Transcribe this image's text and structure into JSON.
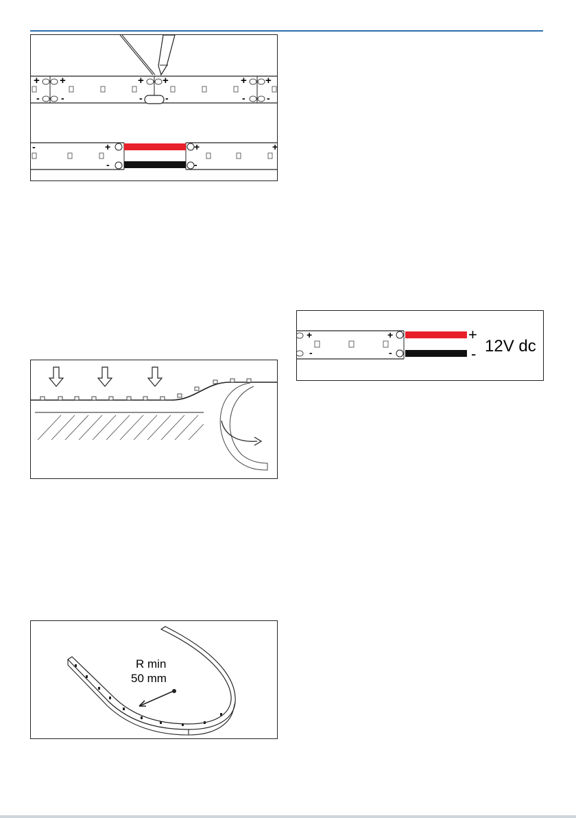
{
  "header": {
    "rule_color": "#2b6fb0"
  },
  "figures": {
    "solder_step": {
      "plus_marks": [
        "+",
        "+",
        "+",
        "+",
        "+",
        "+"
      ],
      "minus_marks": [
        "-",
        "-",
        "-",
        "-",
        "-",
        "-"
      ],
      "wire_colors": {
        "positive": "#e8202a",
        "negative": "#111111"
      }
    },
    "mounting": {},
    "bend_radius": {
      "line1": "R min",
      "line2": "50 mm"
    },
    "power": {
      "plus_sign": "+",
      "minus_sign": "-",
      "voltage_label": "12V dc",
      "wire_colors": {
        "positive": "#e8202a",
        "negative": "#111111"
      }
    }
  }
}
